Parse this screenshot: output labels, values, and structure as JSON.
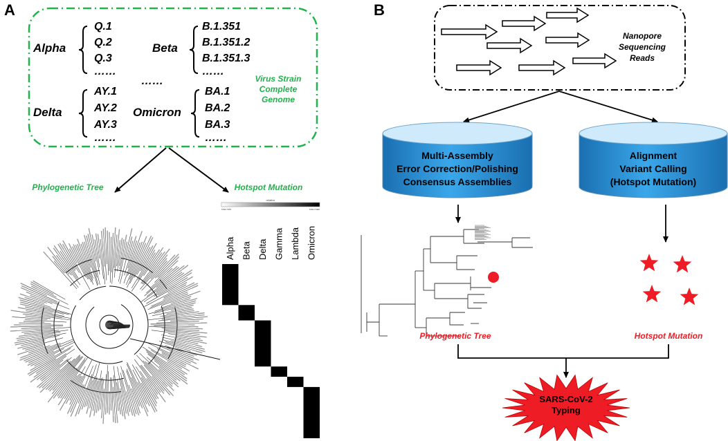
{
  "panel_a": {
    "letter": "A",
    "strains": [
      {
        "name": "Alpha",
        "subs": [
          "Q.1",
          "Q.2",
          "Q.3",
          "……"
        ]
      },
      {
        "name": "Beta",
        "subs": [
          "B.1.351",
          "B.1.351.2",
          "B.1.351.3",
          "……"
        ]
      },
      {
        "name": "Delta",
        "subs": [
          "AY.1",
          "AY.2",
          "AY.3",
          "……"
        ]
      },
      {
        "name": "Omicron",
        "subs": [
          "BA.1",
          "BA.2",
          "BA.3",
          "……"
        ]
      }
    ],
    "middle_dots": "……",
    "genome_label": [
      "Virus Strain",
      "Complete",
      "Genome"
    ],
    "tree_label": "Phylogenetic Tree",
    "hotspot_label": "Hotspot Mutation",
    "heatmap": {
      "scale_title": "relative",
      "scale_min": "row min",
      "scale_max": "row max",
      "columns": [
        "Alpha",
        "Beta",
        "Delta",
        "Gamma",
        "Lambda",
        "Omicron"
      ],
      "blocks": [
        {
          "col": 0,
          "start": 0,
          "rows": 8
        },
        {
          "col": 1,
          "start": 8,
          "rows": 3
        },
        {
          "col": 2,
          "start": 11,
          "rows": 9
        },
        {
          "col": 3,
          "start": 20,
          "rows": 2
        },
        {
          "col": 4,
          "start": 22,
          "rows": 2
        },
        {
          "col": 5,
          "start": 24,
          "rows": 10
        }
      ],
      "total_rows": 34
    }
  },
  "panel_b": {
    "letter": "B",
    "reads_label": [
      "Nanopore",
      "Sequencing",
      "Reads"
    ],
    "assembly_lines": [
      "Multi-Assembly",
      "Error Correction/Polishing",
      "Consensus Assemblies"
    ],
    "alignment_lines": [
      "Alignment",
      "Variant Calling",
      "(Hotspot Mutation)"
    ],
    "tree_label": "Phylogenetic Tree",
    "hotspot_label": "Hotspot Mutation",
    "typing_lines": [
      "SARS-CoV-2",
      "Typing"
    ]
  },
  "colors": {
    "green": "#22b14c",
    "red": "#ee1c24",
    "cylinder_top": "#bfe3f7",
    "cylinder_body": "#1f8fd6",
    "black": "#000000"
  }
}
